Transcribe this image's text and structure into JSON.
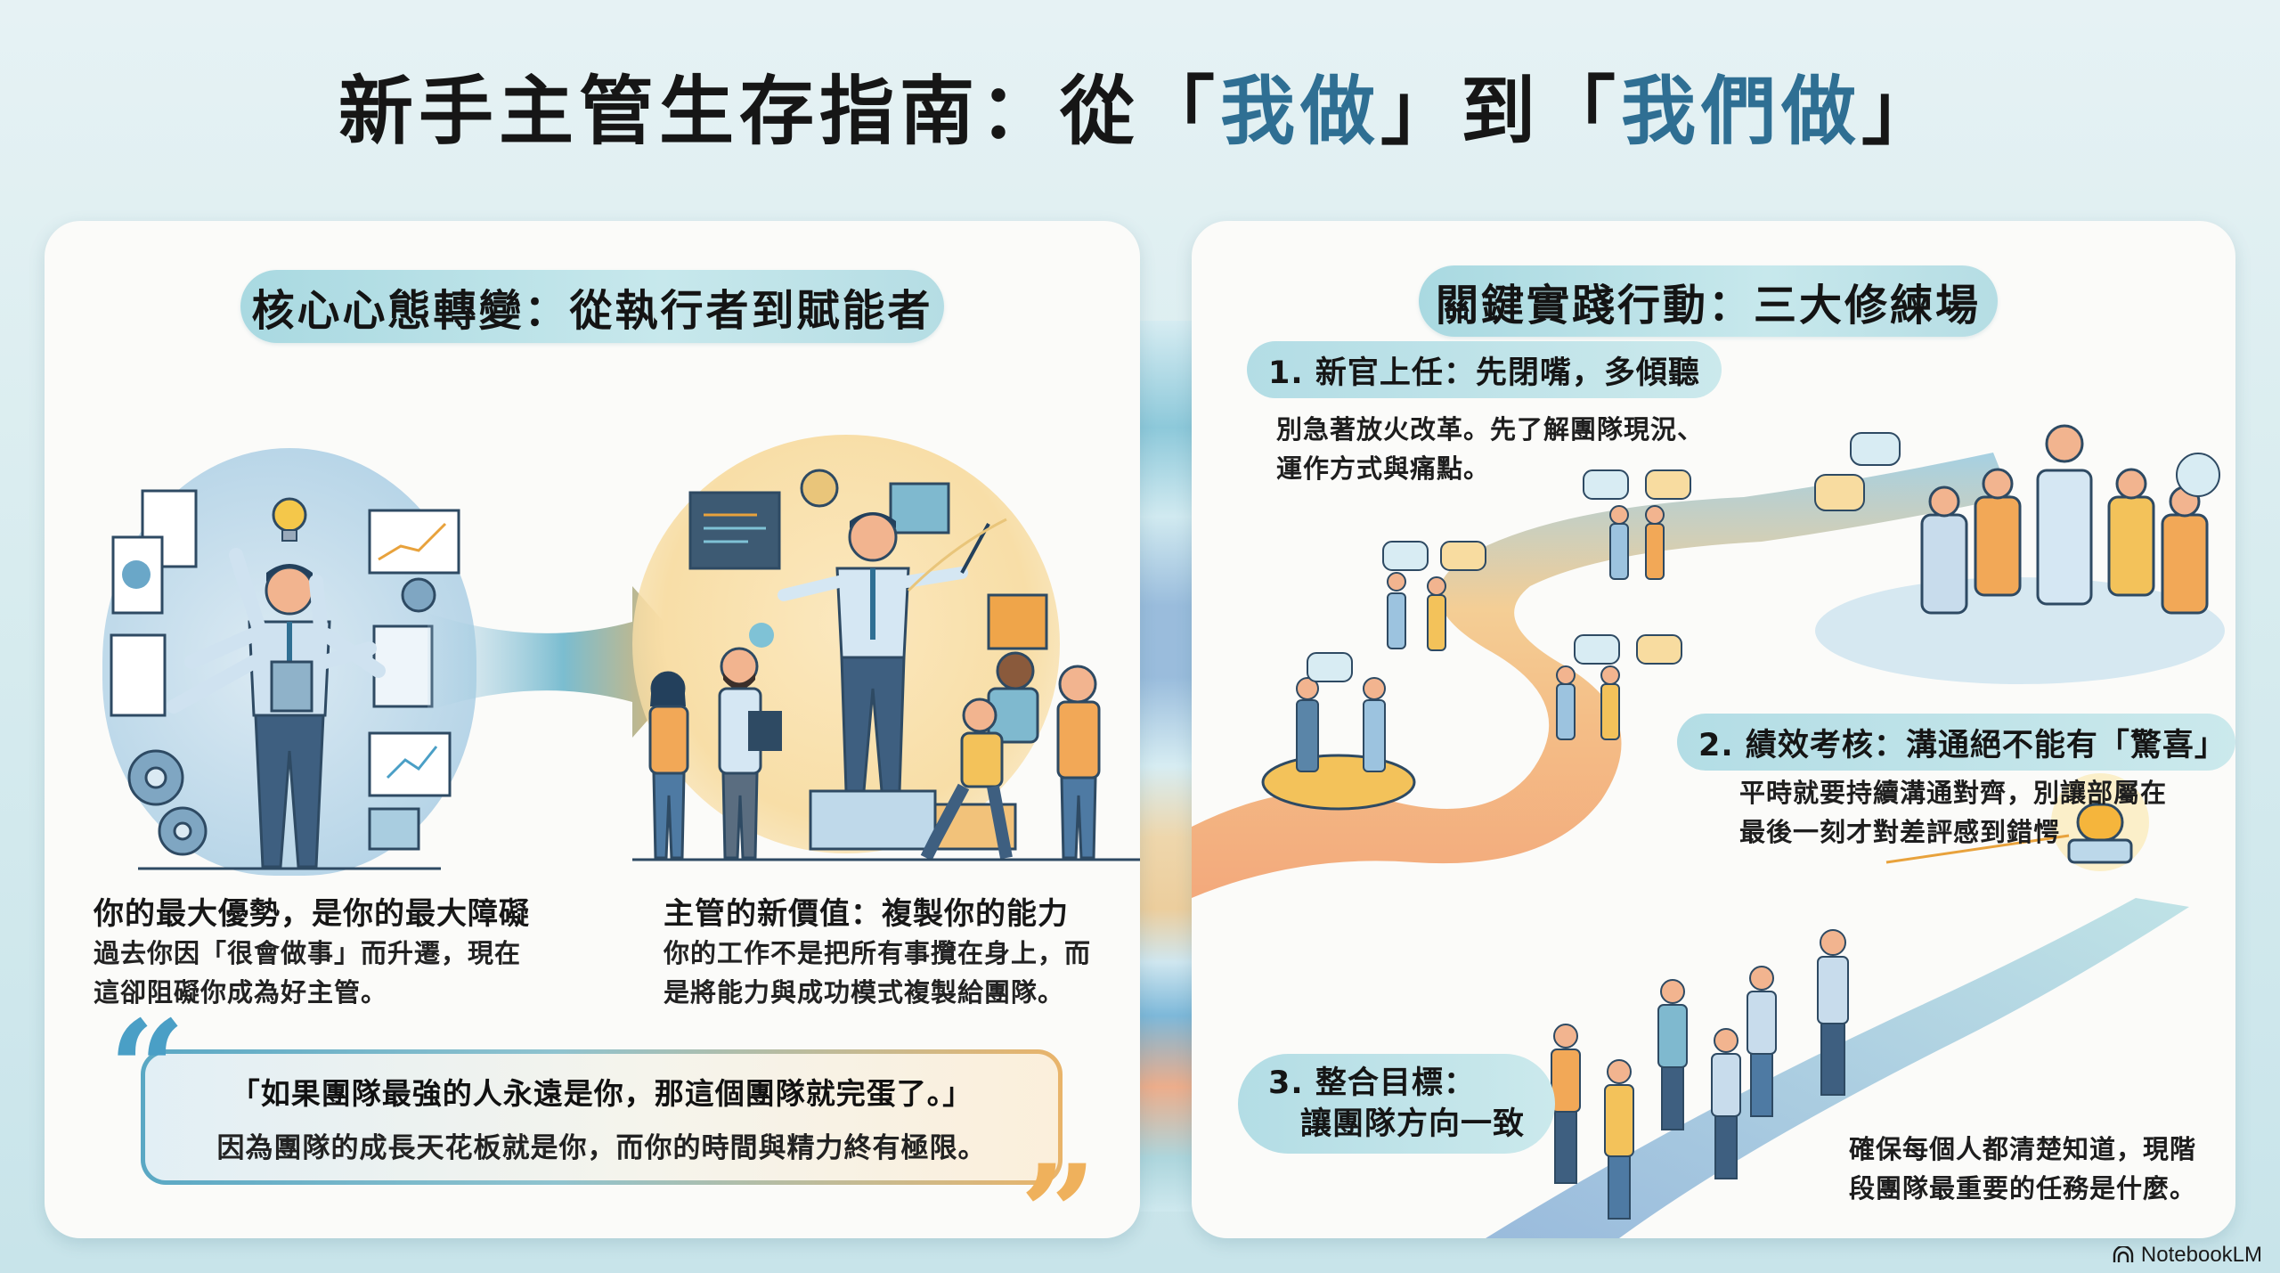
{
  "title": {
    "prefix": "新手主管生存指南：從「",
    "accent1": "我做",
    "middle": "」到「",
    "accent2": "我們做",
    "suffix": "」"
  },
  "colors": {
    "accent_blue": "#2f6f93",
    "pill_teal": "#b3dde5",
    "warm_orange": "#efb15c",
    "quote_blue": "#4a9fc6",
    "background": "#d8ecef",
    "card": "#fbfbf9"
  },
  "left_card": {
    "heading": "核心心態轉變：從執行者到賦能者",
    "illustration_left": "overwhelmed-manager-multitasking",
    "illustration_arrow": "transition-arrow",
    "illustration_right": "manager-empowering-team",
    "blocks": [
      {
        "title": "你的最大優勢，是你的最大障礙",
        "lines": [
          "過去你因「很會做事」而升遷，現在",
          "這卻阻礙你成為好主管。"
        ]
      },
      {
        "title": "主管的新價值：複製你的能力",
        "lines": [
          "你的工作不是把所有事攬在身上，而",
          "是將能力與成功模式複製給團隊。"
        ]
      }
    ],
    "quote": {
      "open_mark": "“",
      "close_mark": "”",
      "line1": "「如果團隊最強的人永遠是你，那這個團隊就完蛋了。」",
      "line2": "因為團隊的成長天花板就是你，而你的時間與精力終有極限。"
    }
  },
  "right_card": {
    "heading": "關鍵實踐行動：三大修練場",
    "steps": [
      {
        "title": "1. 新官上任：先閉嘴，多傾聽",
        "lines": [
          "別急著放火改革。先了解團隊現況、",
          "運作方式與痛點。"
        ],
        "illustration": "manager-listening-circle"
      },
      {
        "title": "2. 績效考核：溝通絕不能有「驚喜」",
        "lines": [
          "平時就要持續溝通對齊，別讓部屬在",
          "最後一刻才對差評感到錯愕"
        ],
        "illustration": "winding-road-conversations"
      },
      {
        "title_lines": [
          "3. 整合目標：",
          "讓團隊方向一致"
        ],
        "lines": [
          "確保每個人都清楚知道，現階",
          "段團隊最重要的任務是什麼。"
        ],
        "illustration": "team-pointing-at-beacon"
      }
    ]
  },
  "footer": {
    "brand": "NotebookLM",
    "brand_icon": "notebooklm-logo-icon"
  }
}
